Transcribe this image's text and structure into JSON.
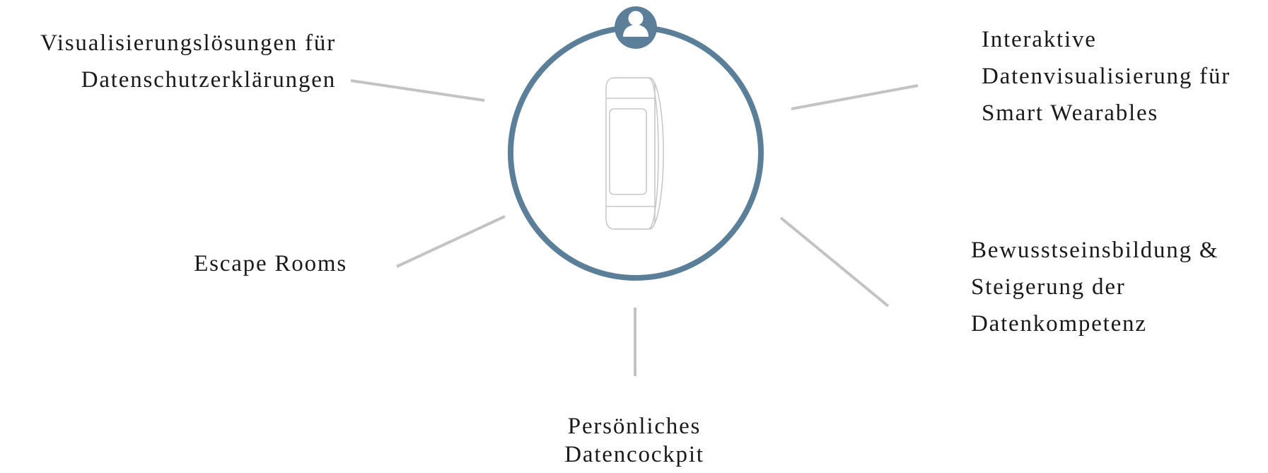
{
  "topics": {
    "top_left": {
      "lines": [
        "Visualisierungslösungen für",
        "Datenschutzerklärungen"
      ]
    },
    "mid_left": {
      "lines": [
        "Escape Rooms"
      ]
    },
    "top_right": {
      "lines": [
        "Interaktive",
        "Datenvisualisierung für",
        "Smart Wearables"
      ]
    },
    "mid_right": {
      "lines": [
        "Bewusstseinsbildung &",
        "Steigerung der",
        "Datenkompetenz"
      ]
    },
    "bottom": {
      "lines": [
        "Persönliches",
        "Datencockpit"
      ]
    }
  },
  "colors": {
    "ring": "#5b7f98",
    "connector": "#c3c3c3",
    "device_outline": "#c9c9c9"
  },
  "icons": {
    "center": "wristband-tracker-icon",
    "badge": "person-icon"
  }
}
